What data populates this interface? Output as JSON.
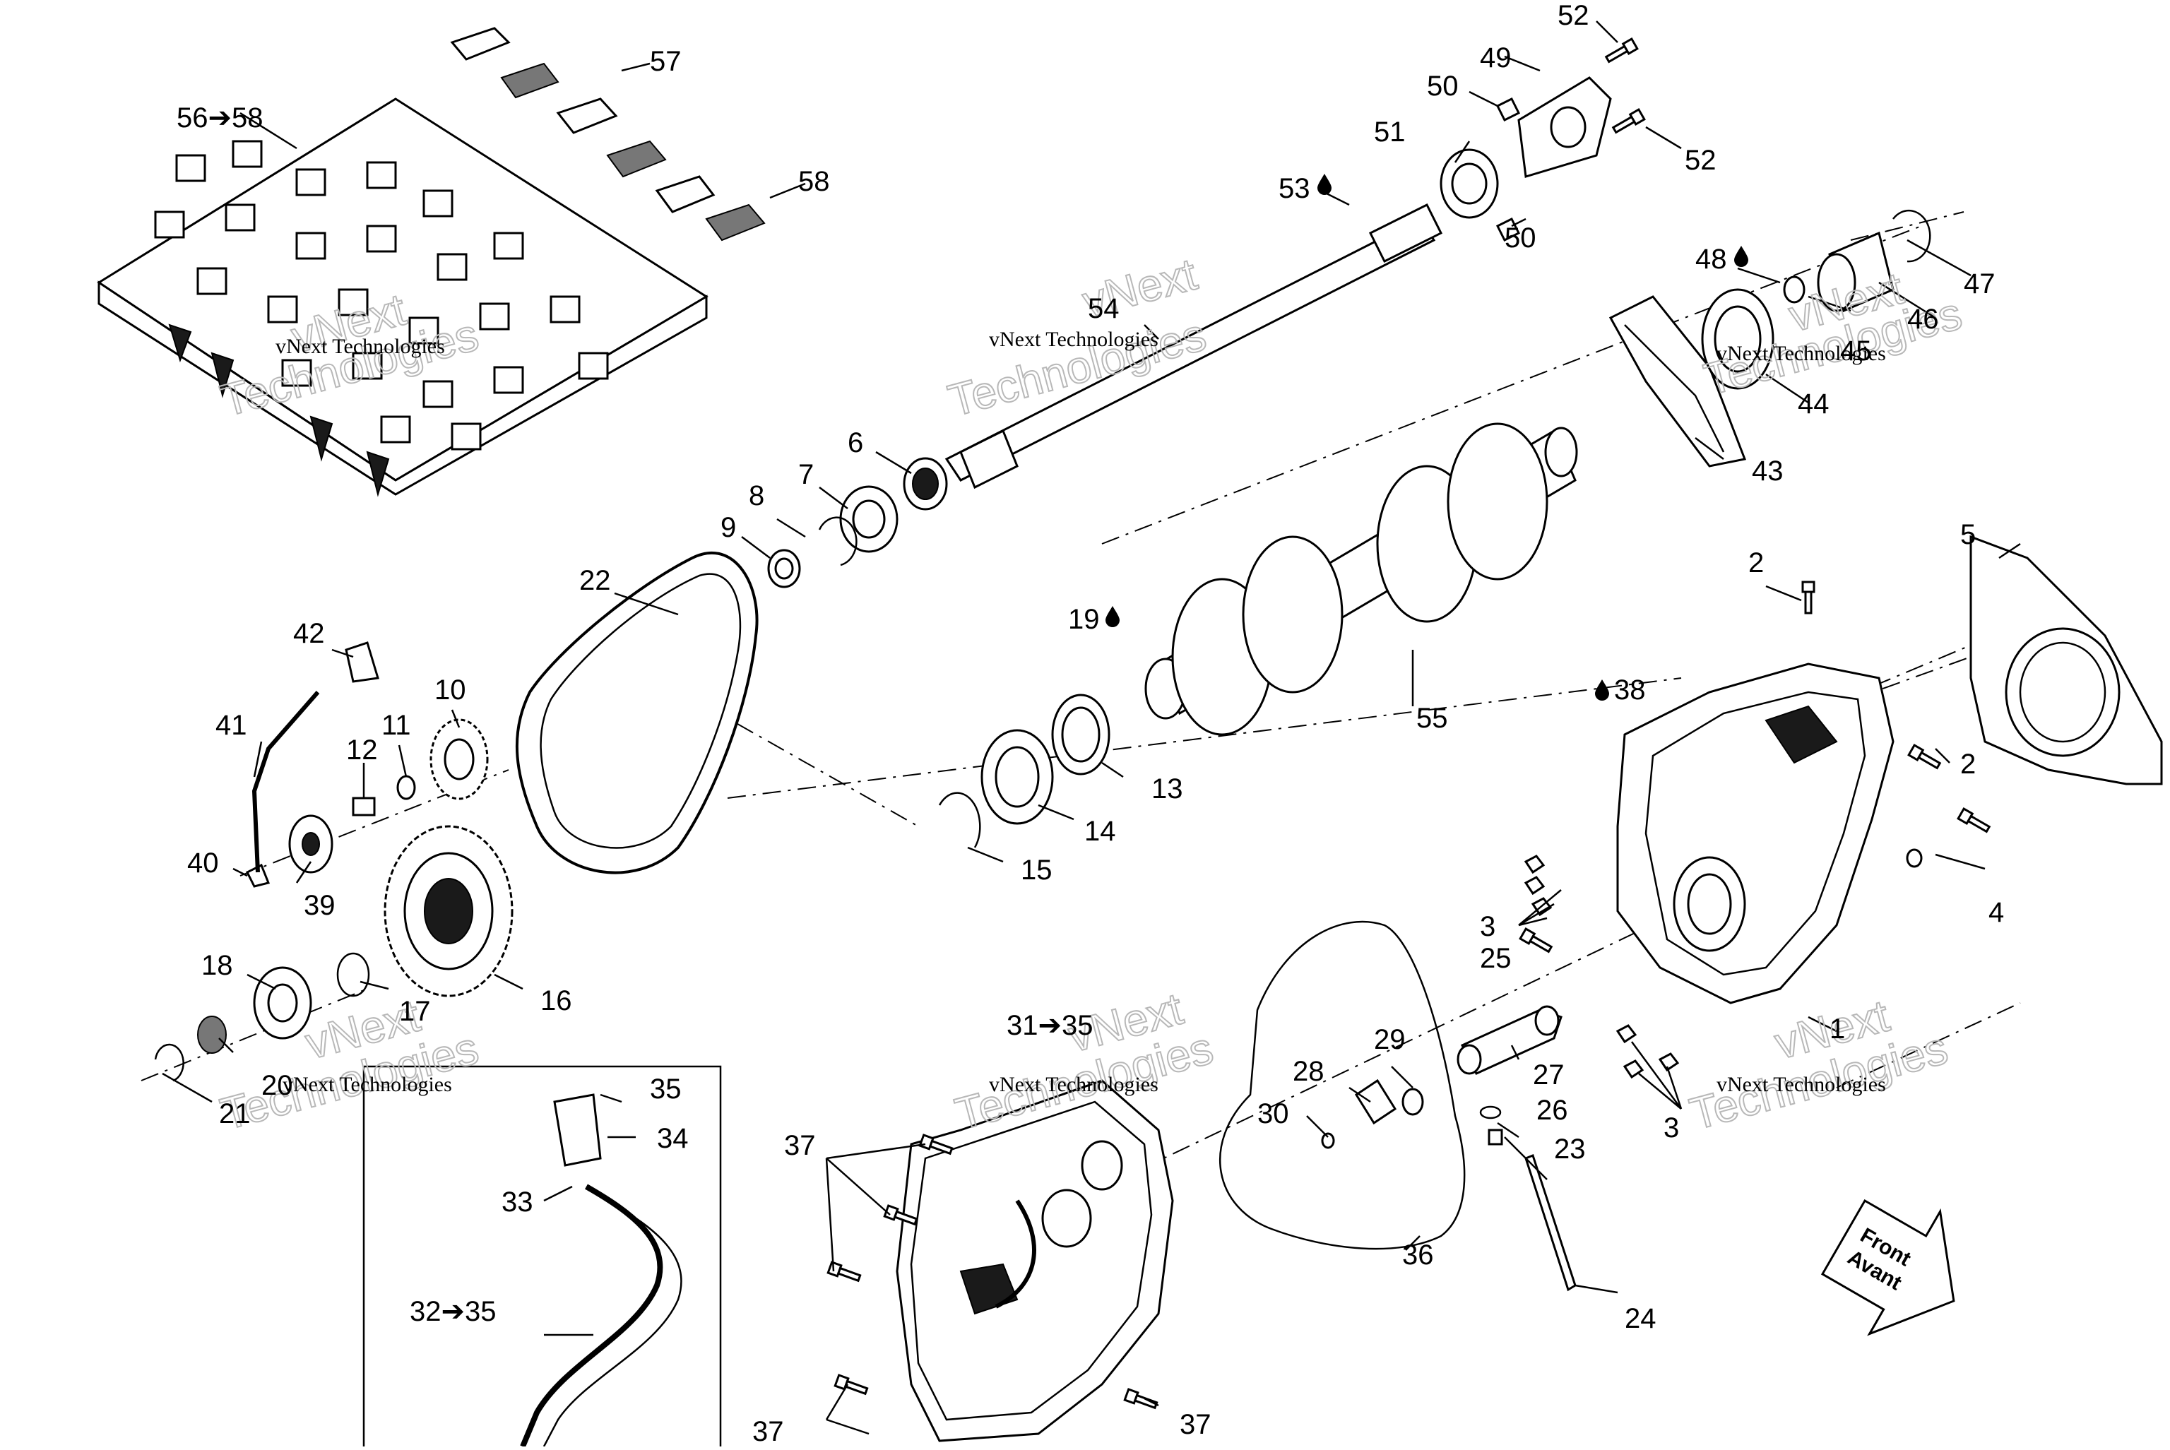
{
  "labels": {
    "l1": "1",
    "l2a": "2",
    "l2b": "2",
    "l3a": "3",
    "l3b": "3",
    "l4": "4",
    "l5": "5",
    "l6": "6",
    "l7": "7",
    "l8": "8",
    "l9": "9",
    "l10": "10",
    "l11": "11",
    "l12": "12",
    "l13": "13",
    "l14": "14",
    "l15": "15",
    "l16": "16",
    "l17": "17",
    "l18": "18",
    "l19": "19",
    "l20": "20",
    "l21": "21",
    "l22": "22",
    "l23": "23",
    "l24": "24",
    "l25": "25",
    "l26": "26",
    "l27": "27",
    "l28": "28",
    "l29": "29",
    "l30": "30",
    "l31": "31➔35",
    "l32": "32➔35",
    "l33": "33",
    "l34": "34",
    "l35": "35",
    "l36": "36",
    "l37a": "37",
    "l37b": "37",
    "l37c": "37",
    "l38": "38",
    "l39": "39",
    "l40": "40",
    "l41": "41",
    "l42": "42",
    "l43": "43",
    "l44": "44",
    "l45": "45",
    "l46": "46",
    "l47": "47",
    "l48": "48",
    "l49": "49",
    "l50a": "50",
    "l50b": "50",
    "l51": "51",
    "l52a": "52",
    "l52b": "52",
    "l53": "53",
    "l54": "54",
    "l55": "55",
    "l56": "56➔58",
    "l57": "57",
    "l58": "58"
  },
  "watermark": {
    "line1": "vNext",
    "line2": "vNext Technologies",
    "line3": "Technologies"
  },
  "direction_badge": {
    "line1": "Front",
    "line2": "Avant"
  },
  "icons": {
    "oil_drop": "oil-drop-icon"
  }
}
